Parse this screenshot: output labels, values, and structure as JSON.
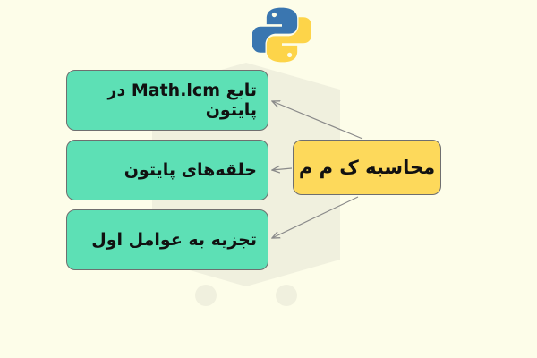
{
  "diagram": {
    "center": {
      "label": "محاسبه ک م م",
      "color": "#fdd95b"
    },
    "leaves": [
      {
        "label": "تابع Math.lcm در پایتون",
        "color": "#5de0b5"
      },
      {
        "label": "حلقه‌های پایتون",
        "color": "#5de0b5"
      },
      {
        "label": "تجزیه به عوامل اول",
        "color": "#5de0b5"
      }
    ],
    "logo_icon": "python-logo-icon",
    "watermark_icon": "faradars-watermark-icon",
    "background": "#fdfde9",
    "connector_color": "#8a8a8a"
  }
}
